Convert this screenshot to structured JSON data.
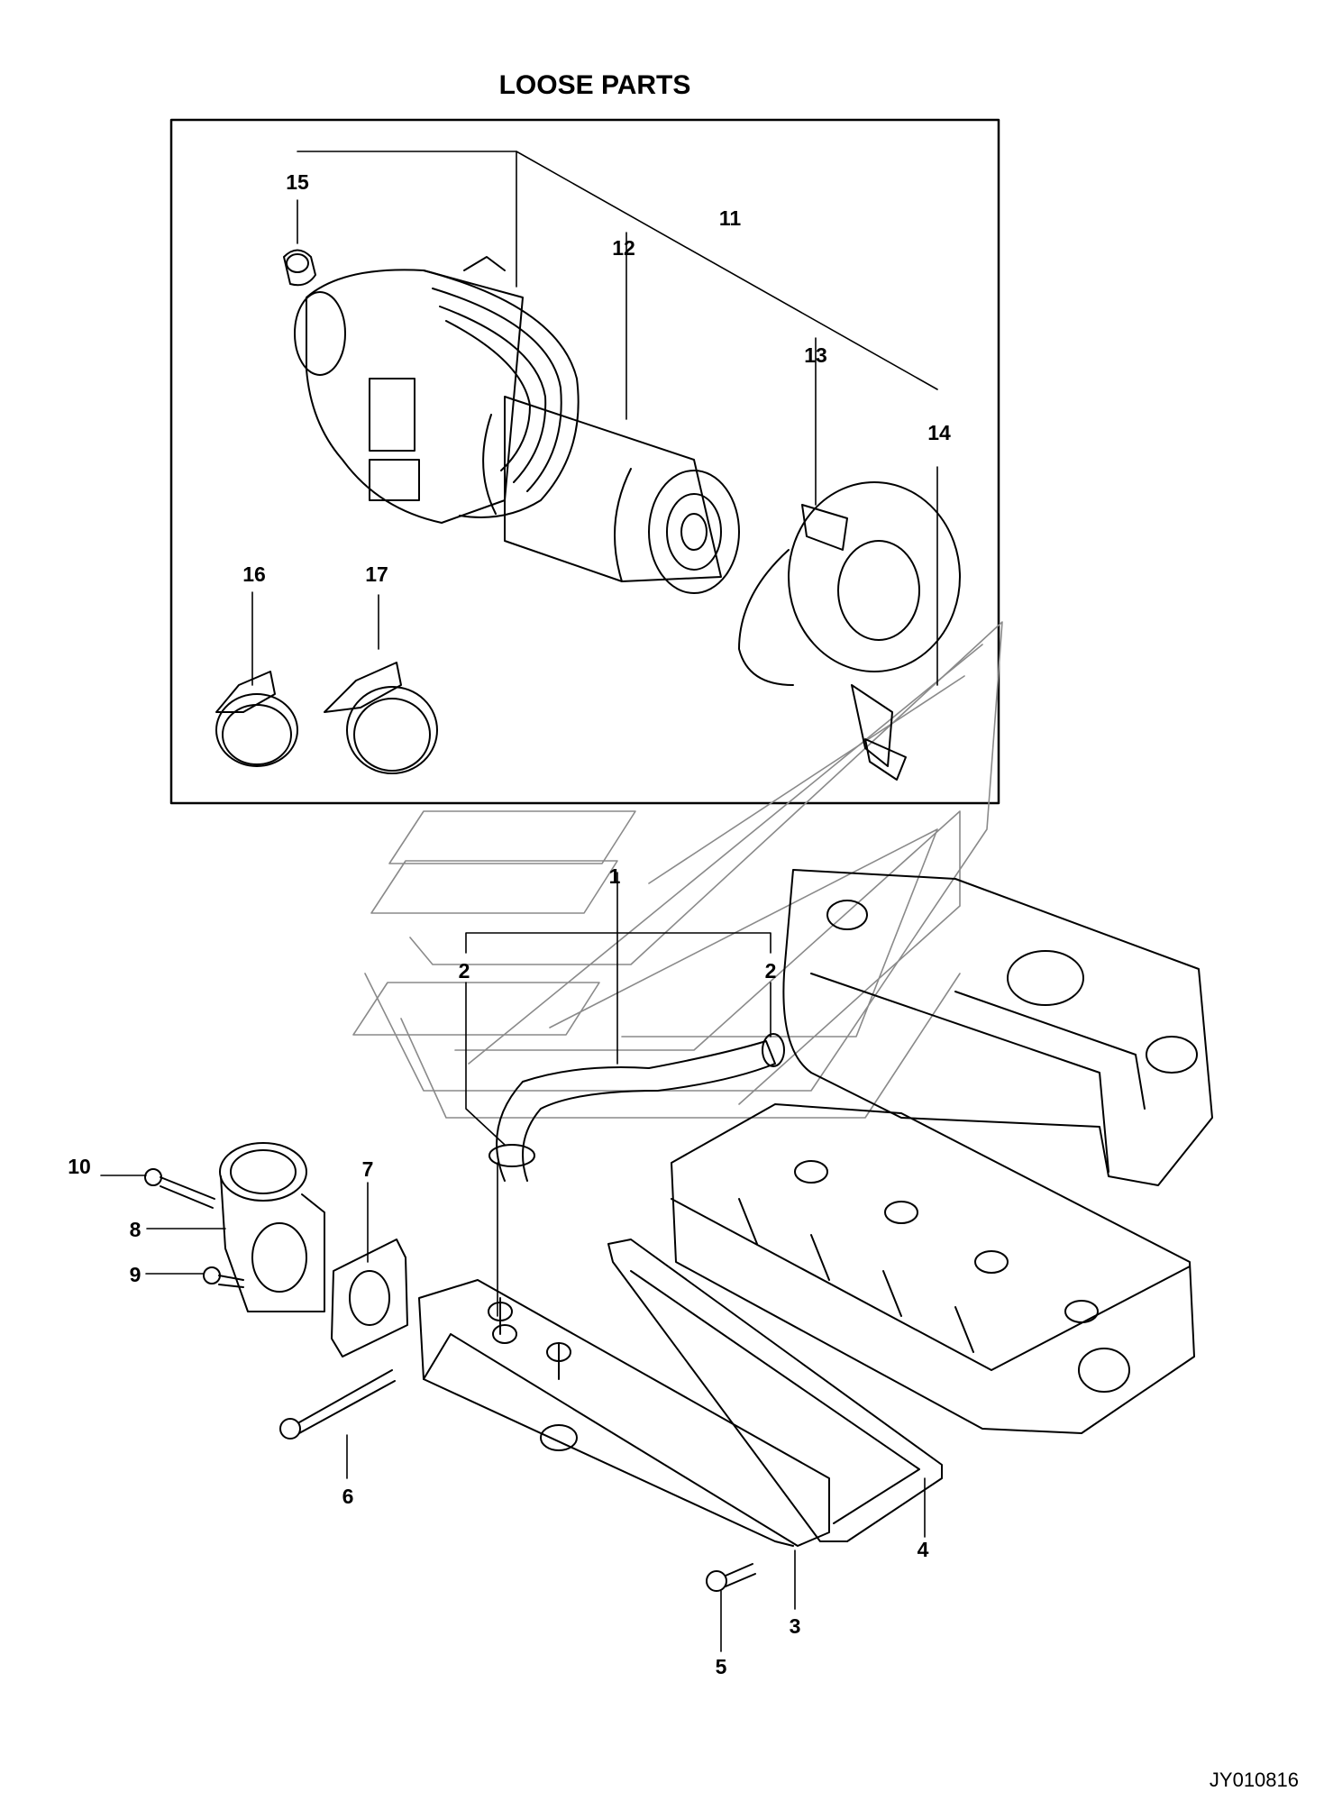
{
  "title": "LOOSE PARTS",
  "figure_id": "JY010816",
  "callouts": [
    "1",
    "2",
    "2",
    "3",
    "4",
    "5",
    "6",
    "7",
    "8",
    "9",
    "10",
    "11",
    "12",
    "13",
    "14",
    "15",
    "16",
    "17"
  ],
  "colors": {
    "line": "#000000",
    "background": "#ffffff"
  }
}
